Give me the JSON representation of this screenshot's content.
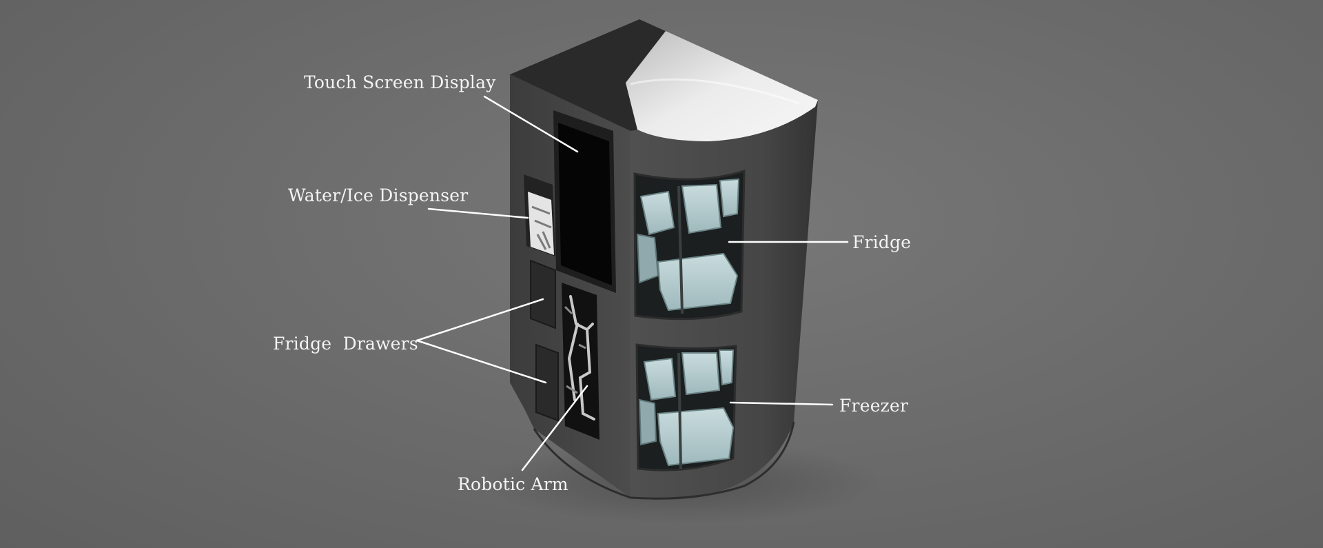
{
  "labels": {
    "touch_screen": "Touch Screen Display",
    "water_ice": "Water/Ice Dispenser",
    "drawers": "Fridge  Drawers",
    "robotic_arm": "Robotic Arm",
    "fridge": "Fridge",
    "freezer": "Freezer"
  },
  "colors": {
    "background": "#6c6c6c",
    "body_side": "#3a3a3a",
    "body_front": "#4a4a4a",
    "top_panel": "#e8e8e8",
    "glass_bins": "#b8d0d2",
    "screen": "#050505",
    "callout": "#ffffff"
  }
}
